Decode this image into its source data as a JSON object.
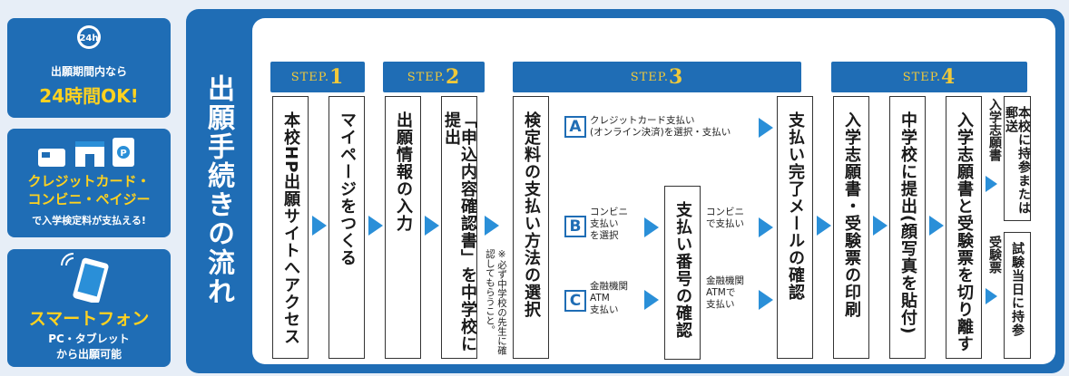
{
  "promos": [
    {
      "icon": "24h-clock-icon",
      "line1": "出願期間内なら",
      "line2": "24時間OK!"
    },
    {
      "icon": "payment-cards-icon",
      "line1": "クレジットカード・",
      "line2": "コンビニ・ペイジー",
      "line3": "で入学検定料が支払える!"
    },
    {
      "icon": "smartphone-icon",
      "line1": "スマートフォン",
      "line2": "PC・タブレット",
      "line3": "から出願可能"
    }
  ],
  "flow": {
    "title": "出願手続きの流れ",
    "steps": [
      {
        "label": "STEP.",
        "num": "1"
      },
      {
        "label": "STEP.",
        "num": "2"
      },
      {
        "label": "STEP.",
        "num": "3"
      },
      {
        "label": "STEP.",
        "num": "4"
      }
    ],
    "boxes": {
      "access": "本校HP出願サイトへアクセス",
      "mypage": "マイページをつくる",
      "input": "出願情報の入力",
      "submit_confirm": "「申込内容確認書」を中学校に提出",
      "select_payment": "検定料の支払い方法の選択",
      "payment_number": "支払い番号の確認",
      "complete_mail": "支払い完了メールの確認",
      "print": "入学志願書・受験票の印刷",
      "submit_school": "中学校に提出(顔写真を貼付)",
      "cut": "入学志願書と受験票を切り離す",
      "bring_or_mail": "本校に持参または郵送",
      "bring_exam_day": "試験当日に持参"
    },
    "note": "※必ず中学校の先生に確認してもらうこと。",
    "labels": {
      "application": "入学志願書",
      "exam_ticket": "受験票"
    },
    "options": {
      "a": {
        "letter": "A",
        "line1": "クレジットカード支払い",
        "line2": "(オンライン決済)を選択・支払い"
      },
      "b": {
        "letter": "B",
        "line1": "コンビニ",
        "line2": "支払い",
        "line3": "を選択",
        "after1": "コンビニ",
        "after2": "で支払い"
      },
      "c": {
        "letter": "C",
        "line1": "金融機関",
        "line2": "ATM",
        "line3": "支払い",
        "after1": "金融機関",
        "after2": "ATMで",
        "after3": "支払い"
      }
    }
  },
  "colors": {
    "brand_blue": "#1f6db5",
    "accent_yellow": "#ffd21f",
    "arrow_blue": "#2a8fd8"
  }
}
